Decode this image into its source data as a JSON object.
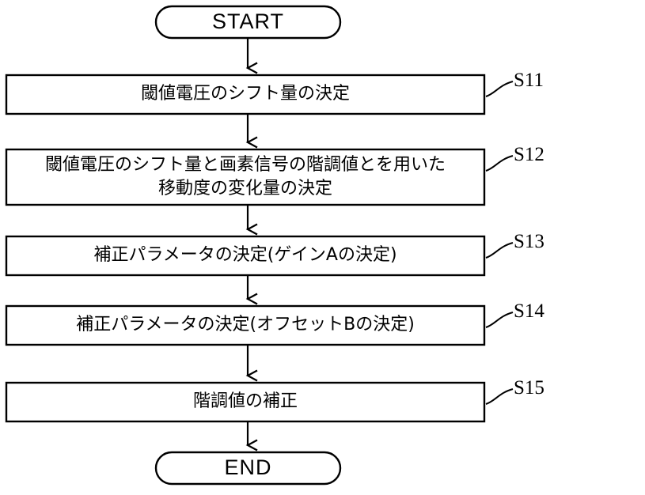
{
  "figure": {
    "type": "flowchart",
    "orientation": "vertical",
    "language": "ja",
    "stroke_color": "#000000",
    "fill_color": "#ffffff",
    "background": "#ffffff"
  },
  "nodes": {
    "start": {
      "shape": "terminator",
      "label": "START"
    },
    "end": {
      "shape": "terminator",
      "label": "END"
    },
    "s11": {
      "shape": "process",
      "label": "閾値電圧のシフト量の決定",
      "step": "S11"
    },
    "s12": {
      "shape": "process",
      "label": "閾値電圧のシフト量と画素信号の階調値とを用いた\n移動度の変化量の決定",
      "step": "S12"
    },
    "s13": {
      "shape": "process",
      "label": "補正パラメータの決定(ゲインAの決定)",
      "step": "S13"
    },
    "s14": {
      "shape": "process",
      "label": "補正パラメータの決定(オフセットBの決定)",
      "step": "S14"
    },
    "s15": {
      "shape": "process",
      "label": "階調値の補正",
      "step": "S15"
    }
  },
  "edges": [
    {
      "from": "start",
      "to": "s11",
      "arrow": "down"
    },
    {
      "from": "s11",
      "to": "s12",
      "arrow": "down"
    },
    {
      "from": "s12",
      "to": "s13",
      "arrow": "down"
    },
    {
      "from": "s13",
      "to": "s14",
      "arrow": "down"
    },
    {
      "from": "s14",
      "to": "s15",
      "arrow": "down"
    },
    {
      "from": "s15",
      "to": "end",
      "arrow": "down"
    }
  ]
}
